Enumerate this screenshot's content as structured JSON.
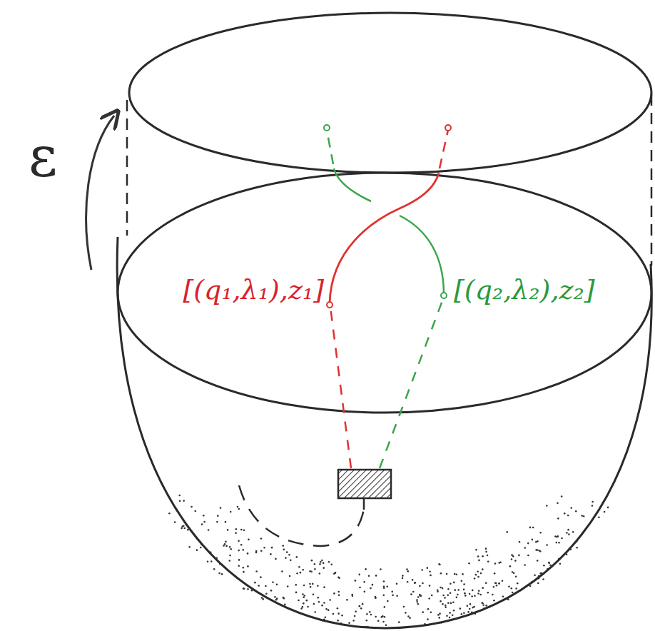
{
  "diagram": {
    "labels": [
      "ε",
      "[(q₁,λ₁),z₁]",
      "[(q₂,λ₂),z₂]"
    ]
  }
}
